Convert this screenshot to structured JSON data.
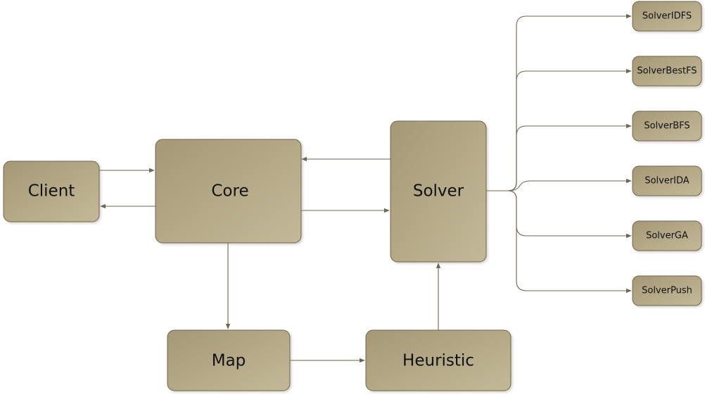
{
  "colors": {
    "node_fill_dark": "#a89b79",
    "node_fill_light": "#c2b797",
    "node_border": "#6e6650",
    "edge": "#6e6650",
    "shadow": "#d8d3c6"
  },
  "nodes": {
    "client": {
      "label": "Client"
    },
    "core": {
      "label": "Core"
    },
    "solver": {
      "label": "Solver"
    },
    "map": {
      "label": "Map"
    },
    "heuristic": {
      "label": "Heuristic"
    },
    "solver_idfs": {
      "label": "SolverIDFS"
    },
    "solver_bestfs": {
      "label": "SolverBestFS"
    },
    "solver_bfs": {
      "label": "SolverBFS"
    },
    "solver_ida": {
      "label": "SolverIDA"
    },
    "solver_ga": {
      "label": "SolverGA"
    },
    "solver_push": {
      "label": "SolverPush"
    }
  },
  "edges": [
    {
      "from": "Client",
      "to": "Core"
    },
    {
      "from": "Core",
      "to": "Client"
    },
    {
      "from": "Solver",
      "to": "Core"
    },
    {
      "from": "Core",
      "to": "Solver"
    },
    {
      "from": "Core",
      "to": "Map"
    },
    {
      "from": "Map",
      "to": "Heuristic"
    },
    {
      "from": "Heuristic",
      "to": "Solver"
    },
    {
      "from": "Solver",
      "to": "SolverIDFS"
    },
    {
      "from": "Solver",
      "to": "SolverBestFS"
    },
    {
      "from": "Solver",
      "to": "SolverBFS"
    },
    {
      "from": "Solver",
      "to": "SolverIDA"
    },
    {
      "from": "Solver",
      "to": "SolverGA"
    },
    {
      "from": "Solver",
      "to": "SolverPush"
    }
  ]
}
